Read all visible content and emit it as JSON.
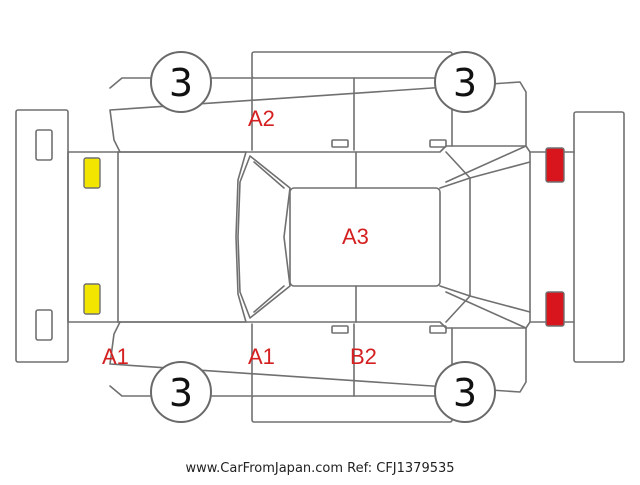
{
  "diagram": {
    "tires": {
      "front_left": "3",
      "front_right": "3",
      "rear_left": "3",
      "rear_right": "3"
    },
    "damage_codes": {
      "front_bumper": "A1",
      "left_front_door": "A2",
      "roof": "A3",
      "right_front_door": "A1",
      "right_rear_door": "B2"
    },
    "light_colors": {
      "front": "#f2e600",
      "rear": "#d8141c"
    }
  },
  "footer": {
    "watermark": "www.CarFromJapan.com Ref: CFJ1379535"
  }
}
